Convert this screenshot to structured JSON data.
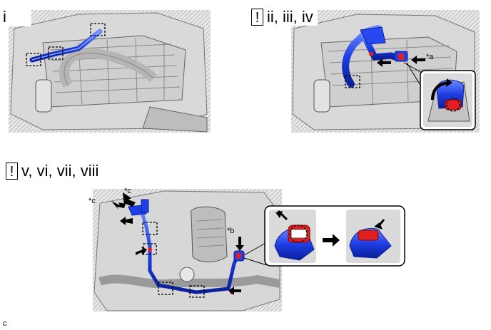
{
  "steps": {
    "step1": "i",
    "step2_caution": "!",
    "step2": "ii, iii, iv",
    "step3_caution": "!",
    "step3": "v, vi, vii, viii"
  },
  "callouts": {
    "a": "*a",
    "b": "*b",
    "c1": "*c",
    "c2": "*c"
  },
  "figure_id": "c",
  "colors": {
    "hose_blue": "#1f3fe6",
    "clamp_red": "#e02020",
    "engine_gray": "#c8c8c8",
    "outline": "#222222"
  }
}
